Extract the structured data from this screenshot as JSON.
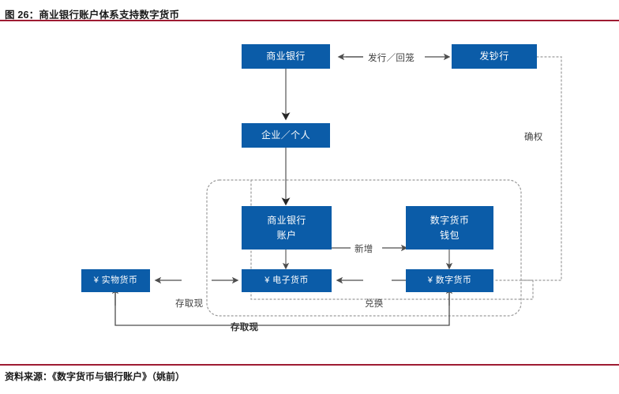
{
  "figure": {
    "title": "图 26：商业银行账户体系支持数字货币",
    "source": "资料来源：《数字货币与银行账户》（姚前）",
    "accent_color": "#9e1b32",
    "node_color": "#0b5ca8",
    "node_text_color": "#ffffff",
    "arrow_color": "#4d4d4d",
    "dotted_color": "#9a9a9a"
  },
  "nodes": {
    "commercial_bank": {
      "label": "商业银行"
    },
    "issuing_bank": {
      "label": "发钞行"
    },
    "enterprise_individual": {
      "label": "企业／个人"
    },
    "bank_account": {
      "line1": "商业银行",
      "line2": "账户"
    },
    "digital_wallet": {
      "line1": "数字货币",
      "line2": "钱包"
    },
    "physical_currency": {
      "label": "¥ 实物货币"
    },
    "electronic_currency": {
      "label": "¥ 电子货币"
    },
    "digital_currency": {
      "label": "¥ 数字货币"
    }
  },
  "edges": {
    "issue_withdraw": {
      "label": "发行／回笼"
    },
    "new_add": {
      "label": "新增"
    },
    "cash_deposit_top": {
      "label": "存取现"
    },
    "exchange": {
      "label": "兑换"
    },
    "rights_confirm": {
      "label": "确权"
    },
    "cash_deposit_bottom": {
      "label": "存取现"
    }
  }
}
